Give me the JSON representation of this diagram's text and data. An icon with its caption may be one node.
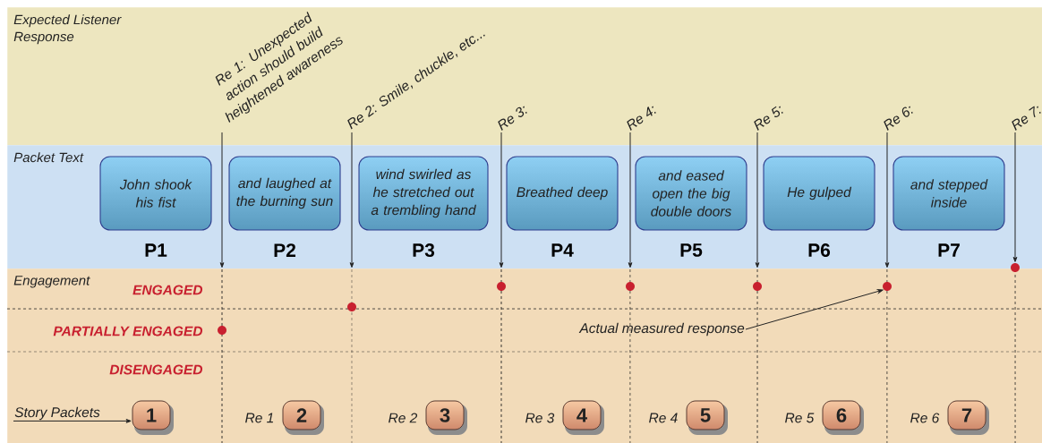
{
  "diagram": {
    "nodes": [
      {
        "text": [
          "Expected Listener Response"
        ]
      },
      {
        "text": [
          "Packet Text"
        ]
      },
      {
        "text": [
          "Engagement"
        ]
      },
      {
        "text": [
          "John shook his fist"
        ],
        "beside": [
          "P1"
        ],
        "in": 1
      },
      {
        "text": [
          "and laughed at the burning sun"
        ],
        "beside": [
          "P2"
        ],
        "in": 1
      },
      {
        "text": [
          "wind swirled as he stretched out a trembling hand"
        ],
        "beside": [
          "P3"
        ],
        "in": 1
      },
      {
        "text": [
          "Breathed deep"
        ],
        "beside": [
          "P4"
        ],
        "in": 1
      },
      {
        "text": [
          "and eased open the big double doors"
        ],
        "beside": [
          "P5"
        ],
        "in": 1
      },
      {
        "text": [
          "He gulped"
        ],
        "beside": [
          "P6"
        ],
        "in": 1
      },
      {
        "text": [
          "and stepped inside"
        ],
        "beside": [
          "P7"
        ],
        "in": 1
      },
      {
        "text": [
          "1"
        ],
        "in": 2
      },
      {
        "text": [
          "2"
        ],
        "beside": [
          "Re 1"
        ],
        "in": 2
      },
      {
        "text": [
          "3"
        ],
        "beside": [
          "Re 2"
        ],
        "in": 2
      },
      {
        "text": [
          "4"
        ],
        "beside": [
          "Re 3"
        ],
        "in": 2
      },
      {
        "text": [
          "5"
        ],
        "beside": [
          "Re 4"
        ],
        "in": 2
      },
      {
        "text": [
          "6"
        ],
        "beside": [
          "Re 5"
        ],
        "in": 2
      },
      {
        "text": [
          "7"
        ],
        "beside": [
          "Re 6"
        ],
        "in": 2
      },
      {
        "text": [
          "Re 1: Unexpected action should build heightened awareness"
        ],
        "in": 0
      },
      {
        "text": [
          "Re 2: Smile, chuckle, etc..."
        ],
        "in": 0
      },
      {
        "text": [
          "Re 3:"
        ],
        "in": 0
      },
      {
        "text": [
          "Re 4:"
        ],
        "in": 0
      },
      {
        "text": [
          "Re 5:"
        ],
        "in": 0
      },
      {
        "text": [
          "Re 6:"
        ],
        "in": 0
      },
      {
        "text": [
          "Re 7:"
        ],
        "in": 0
      },
      {
        "text": [],
        "shape": "circle",
        "in": 2
      },
      {
        "text": [],
        "shape": "circle",
        "in": 2
      },
      {
        "text": [],
        "shape": "circle",
        "in": 2
      },
      {
        "text": [],
        "shape": "circle",
        "in": 2
      },
      {
        "text": [],
        "shape": "circle",
        "in": 2
      },
      {
        "text": [],
        "shape": "circle",
        "in": 2
      },
      {
        "text": [],
        "shape": "circle"
      },
      {
        "text": [
          "Story Packets"
        ],
        "in": 2
      },
      {
        "text": [
          "Actual measured response"
        ],
        "in": 2
      }
    ],
    "edges": [
      {
        "from": 17,
        "to": 2,
        "arrow": "to"
      },
      {
        "from": 18,
        "to": 2,
        "arrow": "to"
      },
      {
        "from": 19,
        "to": 2,
        "arrow": "to"
      },
      {
        "from": 20,
        "to": 2,
        "arrow": "to"
      },
      {
        "from": 21,
        "to": 2,
        "arrow": "to"
      },
      {
        "from": 22,
        "to": 2,
        "arrow": "to"
      },
      {
        "from": 23,
        "to": 30,
        "arrow": "to"
      },
      {
        "from": 31,
        "to": 10,
        "arrow": "to"
      },
      {
        "from": 32,
        "to": 29,
        "arrow": "to"
      }
    ],
    "labels": [
      "ENGAGED",
      "PARTIALLY ENGAGED",
      "DISENGAGED"
    ]
  }
}
